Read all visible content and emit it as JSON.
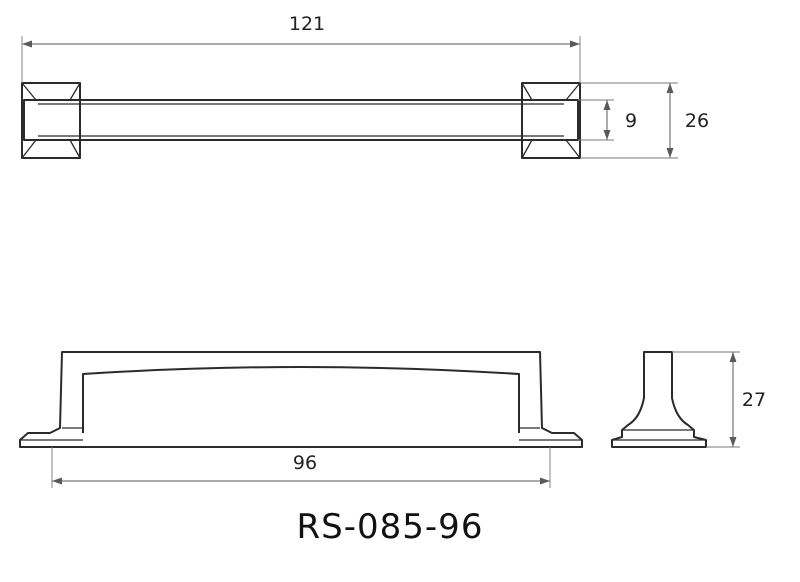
{
  "drawing": {
    "dimensions": {
      "overall_length": "121",
      "bar_thickness": "9",
      "base_width": "26",
      "center_distance": "96",
      "height": "27"
    },
    "model_code": "RS-085-96",
    "line_color": "#2b2b2b",
    "dimension_color": "#5a5a5a"
  }
}
